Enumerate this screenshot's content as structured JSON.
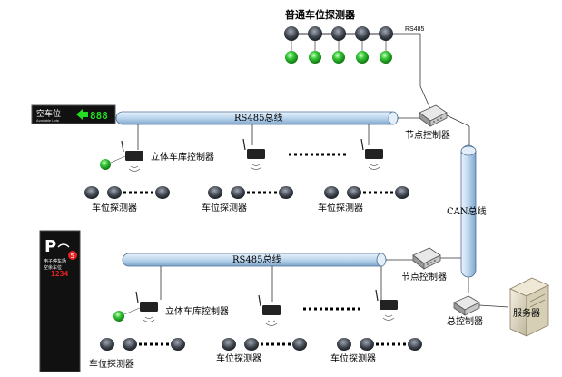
{
  "top_detectors_label": "普通车位探测器",
  "rs485_small": "RS485",
  "bus1_label": "RS485总线",
  "bus2_label": "RS485总线",
  "can_label": "CAN总线",
  "node1_label": "节点控制器",
  "node2_label": "节点控制器",
  "master_label": "总控制器",
  "server_label": "服务器",
  "garage1_label": "立体车库控制器",
  "garage2_label": "立体车库控制器",
  "detector_labels": [
    "车位探测器",
    "车位探测器",
    "车位探测器",
    "车位探测器",
    "车位探测器",
    "车位探测器"
  ],
  "sign1": {
    "text": "空车位",
    "subtext": "Available Lots",
    "count": "888"
  },
  "sign2": {
    "line1": "电子停车场",
    "line2": "空余车位",
    "count": "1234",
    "num": "5"
  },
  "colors": {
    "bus_fill": "#cfe2f3",
    "bus_stroke": "#5a7fa8",
    "led_green": "#1fae1f",
    "led_digits": "#22dd22",
    "sign_red": "#e82020"
  }
}
